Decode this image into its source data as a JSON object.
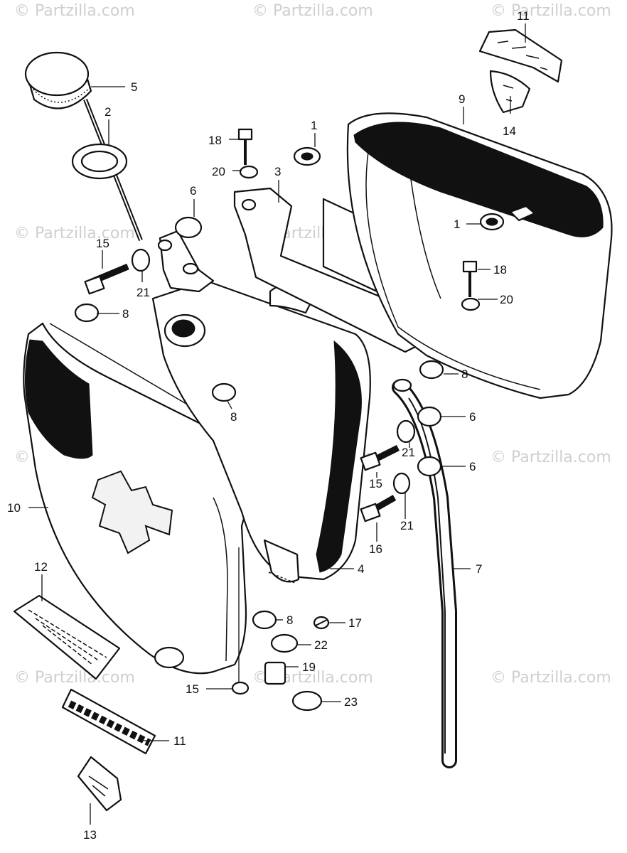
{
  "diagram": {
    "watermark_text": "© Partzilla.com",
    "callouts": [
      {
        "id": "c1a",
        "label": "1"
      },
      {
        "id": "c1b",
        "label": "1"
      },
      {
        "id": "c2",
        "label": "2"
      },
      {
        "id": "c3",
        "label": "3"
      },
      {
        "id": "c4",
        "label": "4"
      },
      {
        "id": "c5",
        "label": "5"
      },
      {
        "id": "c6a",
        "label": "6"
      },
      {
        "id": "c6b",
        "label": "6"
      },
      {
        "id": "c6c",
        "label": "6"
      },
      {
        "id": "c7",
        "label": "7"
      },
      {
        "id": "c8a",
        "label": "8"
      },
      {
        "id": "c8b",
        "label": "8"
      },
      {
        "id": "c8c",
        "label": "8"
      },
      {
        "id": "c8d",
        "label": "8"
      },
      {
        "id": "c9",
        "label": "9"
      },
      {
        "id": "c10",
        "label": "10"
      },
      {
        "id": "c11a",
        "label": "11"
      },
      {
        "id": "c11b",
        "label": "11"
      },
      {
        "id": "c12",
        "label": "12"
      },
      {
        "id": "c13",
        "label": "13"
      },
      {
        "id": "c14",
        "label": "14"
      },
      {
        "id": "c15a",
        "label": "15"
      },
      {
        "id": "c15b",
        "label": "15"
      },
      {
        "id": "c15c",
        "label": "15"
      },
      {
        "id": "c16",
        "label": "16"
      },
      {
        "id": "c17",
        "label": "17"
      },
      {
        "id": "c18a",
        "label": "18"
      },
      {
        "id": "c18b",
        "label": "18"
      },
      {
        "id": "c19",
        "label": "19"
      },
      {
        "id": "c20a",
        "label": "20"
      },
      {
        "id": "c20b",
        "label": "20"
      },
      {
        "id": "c21a",
        "label": "21"
      },
      {
        "id": "c21b",
        "label": "21"
      },
      {
        "id": "c21c",
        "label": "21"
      },
      {
        "id": "c22",
        "label": "22"
      },
      {
        "id": "c23",
        "label": "23"
      }
    ]
  }
}
